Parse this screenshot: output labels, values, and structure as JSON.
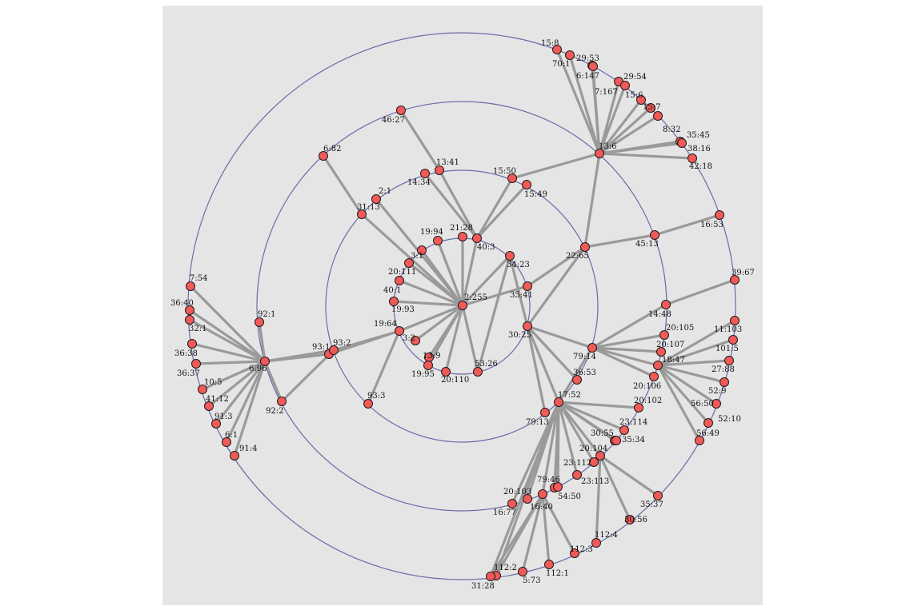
{
  "colors": {
    "panel": "#e5e5e5",
    "ring": "#6b6baa",
    "edge": "#9a9a9a",
    "node_fill": "#f05a58",
    "node_stroke": "#1a1a1a"
  },
  "nodes": [
    {
      "id": "2:255"
    },
    {
      "id": "21:28"
    },
    {
      "id": "40:3"
    },
    {
      "id": "19:94"
    },
    {
      "id": "3:1"
    },
    {
      "id": "20:111"
    },
    {
      "id": "40:1"
    },
    {
      "id": "19:93"
    },
    {
      "id": "19:64"
    },
    {
      "id": "3:2"
    },
    {
      "id": "13:9"
    },
    {
      "id": "19:95"
    },
    {
      "id": "20:110"
    },
    {
      "id": "53:26"
    },
    {
      "id": "34:23"
    },
    {
      "id": "35:41"
    },
    {
      "id": "30:25"
    },
    {
      "id": "14:34"
    },
    {
      "id": "13:41"
    },
    {
      "id": "15:50"
    },
    {
      "id": "15:49"
    },
    {
      "id": "22:65"
    },
    {
      "id": "2:1"
    },
    {
      "id": "31:13"
    },
    {
      "id": "93:1"
    },
    {
      "id": "93:2"
    },
    {
      "id": "93:3"
    },
    {
      "id": "79:14"
    },
    {
      "id": "36:53"
    },
    {
      "id": "79:13"
    },
    {
      "id": "46:27"
    },
    {
      "id": "6:82"
    },
    {
      "id": "13:6"
    },
    {
      "id": "45:13"
    },
    {
      "id": "14:48"
    },
    {
      "id": "20:105"
    },
    {
      "id": "20:107"
    },
    {
      "id": "18:47"
    },
    {
      "id": "20:106"
    },
    {
      "id": "17:52"
    },
    {
      "id": "20:102"
    },
    {
      "id": "23:114"
    },
    {
      "id": "30:55"
    },
    {
      "id": "35:34"
    },
    {
      "id": "20:104"
    },
    {
      "id": "23:112"
    },
    {
      "id": "23:113"
    },
    {
      "id": "79:46"
    },
    {
      "id": "54:50"
    },
    {
      "id": "16:40"
    },
    {
      "id": "20:103"
    },
    {
      "id": "16:77"
    },
    {
      "id": "92:1"
    },
    {
      "id": "6:96"
    },
    {
      "id": "92:2"
    },
    {
      "id": "15:8"
    },
    {
      "id": "70:1"
    },
    {
      "id": "29:53"
    },
    {
      "id": "6:147"
    },
    {
      "id": "29:54"
    },
    {
      "id": "7:167"
    },
    {
      "id": "15:6"
    },
    {
      "id": "15:7"
    },
    {
      "id": "8:32"
    },
    {
      "id": "35:45"
    },
    {
      "id": "38:16"
    },
    {
      "id": "42:18"
    },
    {
      "id": "16:53"
    },
    {
      "id": "39:67"
    },
    {
      "id": "11:103"
    },
    {
      "id": "101:5"
    },
    {
      "id": "27:88"
    },
    {
      "id": "52:9"
    },
    {
      "id": "56:50"
    },
    {
      "id": "52:10"
    },
    {
      "id": "56:49"
    },
    {
      "id": "35:37"
    },
    {
      "id": "30:56"
    },
    {
      "id": "112:4"
    },
    {
      "id": "112:3"
    },
    {
      "id": "112:1"
    },
    {
      "id": "5:73"
    },
    {
      "id": "112:2"
    },
    {
      "id": "31:28"
    },
    {
      "id": "91:4"
    },
    {
      "id": "6:1"
    },
    {
      "id": "91:3"
    },
    {
      "id": "41:12"
    },
    {
      "id": "10:5"
    },
    {
      "id": "36:37"
    },
    {
      "id": "36:38"
    },
    {
      "id": "32:1"
    },
    {
      "id": "36:40"
    },
    {
      "id": "7:54"
    }
  ],
  "edges": [
    [
      "2:255",
      "21:28"
    ],
    [
      "2:255",
      "40:3"
    ],
    [
      "2:255",
      "19:94"
    ],
    [
      "2:255",
      "3:1"
    ],
    [
      "2:255",
      "20:111"
    ],
    [
      "2:255",
      "40:1"
    ],
    [
      "2:255",
      "19:93"
    ],
    [
      "2:255",
      "19:64"
    ],
    [
      "2:255",
      "3:2"
    ],
    [
      "2:255",
      "13:9"
    ],
    [
      "2:255",
      "19:95"
    ],
    [
      "2:255",
      "20:110"
    ],
    [
      "2:255",
      "53:26"
    ],
    [
      "2:255",
      "34:23"
    ],
    [
      "2:255",
      "35:41"
    ],
    [
      "2:255",
      "31:13"
    ],
    [
      "2:255",
      "2:1"
    ],
    [
      "40:3",
      "13:41"
    ],
    [
      "40:3",
      "14:34"
    ],
    [
      "40:3",
      "15:50"
    ],
    [
      "40:3",
      "15:49"
    ],
    [
      "34:23",
      "53:26"
    ],
    [
      "34:23",
      "30:25"
    ],
    [
      "35:41",
      "22:65"
    ],
    [
      "30:25",
      "22:65"
    ],
    [
      "30:25",
      "79:14"
    ],
    [
      "30:25",
      "36:53"
    ],
    [
      "30:25",
      "79:13"
    ],
    [
      "30:25",
      "17:52"
    ],
    [
      "22:65",
      "13:6"
    ],
    [
      "22:65",
      "45:13"
    ],
    [
      "19:64",
      "93:1"
    ],
    [
      "19:64",
      "93:2"
    ],
    [
      "19:64",
      "93:3"
    ],
    [
      "93:2",
      "92:2"
    ],
    [
      "93:1",
      "6:96"
    ],
    [
      "93:2",
      "6:96"
    ],
    [
      "6:96",
      "92:1"
    ],
    [
      "6:96",
      "92:2"
    ],
    [
      "31:13",
      "6:82"
    ],
    [
      "13:41",
      "46:27"
    ],
    [
      "15:50",
      "13:6"
    ],
    [
      "13:6",
      "15:8"
    ],
    [
      "13:6",
      "70:1"
    ],
    [
      "13:6",
      "29:53"
    ],
    [
      "13:6",
      "6:147"
    ],
    [
      "13:6",
      "29:54"
    ],
    [
      "13:6",
      "7:167"
    ],
    [
      "13:6",
      "15:6"
    ],
    [
      "13:6",
      "15:7"
    ],
    [
      "13:6",
      "8:32"
    ],
    [
      "13:6",
      "35:45"
    ],
    [
      "13:6",
      "38:16"
    ],
    [
      "13:6",
      "42:18"
    ],
    [
      "45:13",
      "16:53"
    ],
    [
      "79:14",
      "14:48"
    ],
    [
      "79:14",
      "20:105"
    ],
    [
      "79:14",
      "20:107"
    ],
    [
      "79:14",
      "18:47"
    ],
    [
      "79:14",
      "20:106"
    ],
    [
      "79:14",
      "17:52"
    ],
    [
      "14:48",
      "39:67"
    ],
    [
      "18:47",
      "11:103"
    ],
    [
      "18:47",
      "101:5"
    ],
    [
      "18:47",
      "27:88"
    ],
    [
      "18:47",
      "52:9"
    ],
    [
      "18:47",
      "56:50"
    ],
    [
      "18:47",
      "52:10"
    ],
    [
      "18:47",
      "56:49"
    ],
    [
      "17:52",
      "20:102"
    ],
    [
      "17:52",
      "23:114"
    ],
    [
      "17:52",
      "30:55"
    ],
    [
      "17:52",
      "35:34"
    ],
    [
      "17:52",
      "20:104"
    ],
    [
      "17:52",
      "23:112"
    ],
    [
      "17:52",
      "23:113"
    ],
    [
      "17:52",
      "79:46"
    ],
    [
      "17:52",
      "54:50"
    ],
    [
      "17:52",
      "16:40"
    ],
    [
      "17:52",
      "20:103"
    ],
    [
      "17:52",
      "16:77"
    ],
    [
      "17:52",
      "31:28"
    ],
    [
      "17:52",
      "112:2"
    ],
    [
      "20:104",
      "35:37"
    ],
    [
      "20:104",
      "30:56"
    ],
    [
      "20:104",
      "112:4"
    ],
    [
      "16:40",
      "112:3"
    ],
    [
      "16:40",
      "112:1"
    ],
    [
      "16:40",
      "5:73"
    ],
    [
      "16:40",
      "112:2"
    ],
    [
      "16:40",
      "31:28"
    ],
    [
      "6:96",
      "7:54"
    ],
    [
      "6:96",
      "36:40"
    ],
    [
      "6:96",
      "32:1"
    ],
    [
      "6:96",
      "36:38"
    ],
    [
      "6:96",
      "36:37"
    ],
    [
      "6:96",
      "10:5"
    ],
    [
      "6:96",
      "41:12"
    ],
    [
      "6:96",
      "91:3"
    ],
    [
      "6:96",
      "6:1"
    ],
    [
      "6:96",
      "91:4"
    ]
  ]
}
